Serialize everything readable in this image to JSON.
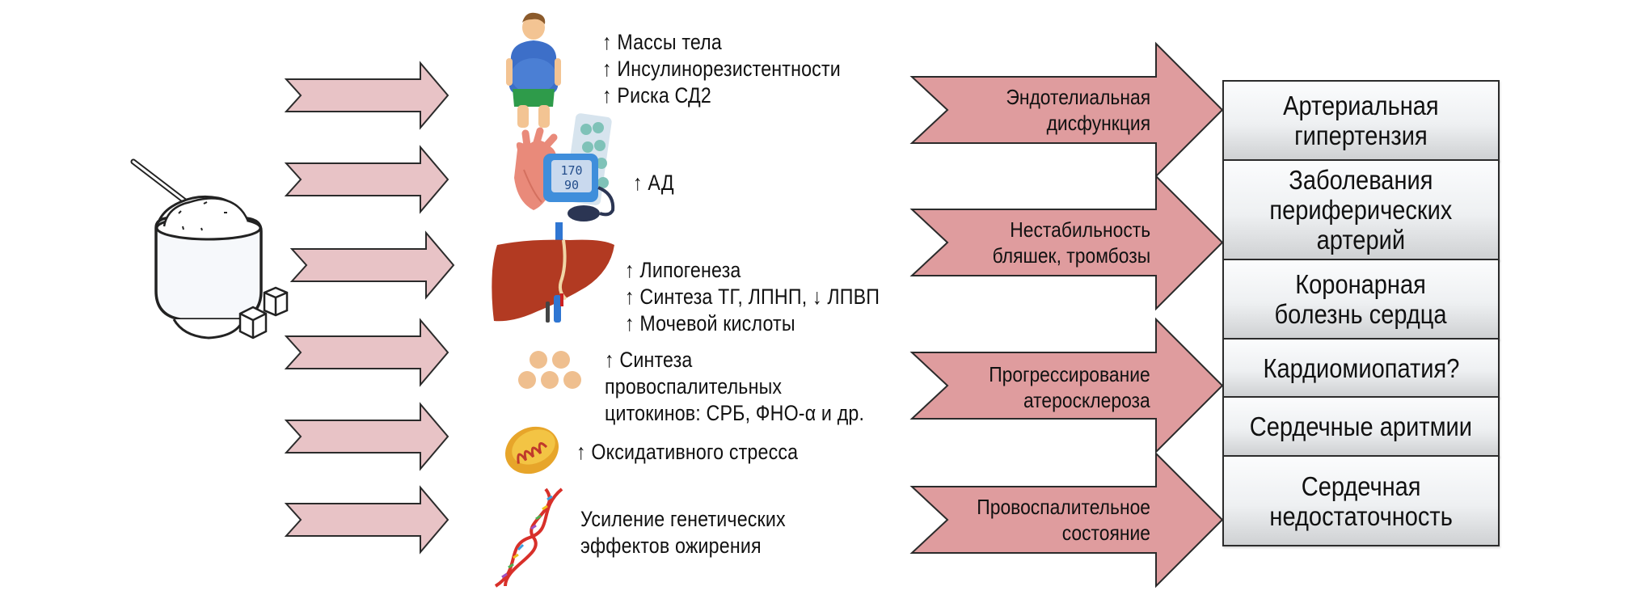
{
  "diagram": {
    "source": {
      "icon": "sugar-bowl-icon",
      "description": "bowl of sugar with spoon and sugar cubes"
    },
    "colors": {
      "small_arrow_fill": "#e8c3c6",
      "big_arrow_fill": "#df9c9e",
      "arrow_stroke": "#2b2b2b",
      "box_border": "#2b2b2b",
      "text": "#111111"
    },
    "effects": [
      {
        "icon": "obese-person-icon",
        "lines": [
          "↑ Массы тела",
          "↑ Инсулинорезистентности",
          "↑ Риска СД2"
        ]
      },
      {
        "icon": "heart-blood-pressure-monitor-icon",
        "monitor_readout": [
          "170",
          "90"
        ],
        "lines": [
          "↑ АД"
        ]
      },
      {
        "icon": "liver-icon",
        "lines": [
          "↑ Липогенеза",
          "↑ Синтеза ТГ, ЛПНП, ↓ ЛПВП",
          "↑ Мочевой кислоты"
        ]
      },
      {
        "icon": "fat-cells-icon",
        "lines": [
          "↑ Синтеза",
          "провоспалительных",
          "цитокинов: СРБ, ФНО-α и др."
        ]
      },
      {
        "icon": "mitochondrion-icon",
        "lines": [
          "↑ Оксидативного стресса"
        ]
      },
      {
        "icon": "dna-helix-icon",
        "lines": [
          "Усиление генетических",
          "эффектов ожирения"
        ]
      }
    ],
    "mechanisms": [
      {
        "lines": [
          "Эндотелиальная",
          "дисфункция"
        ]
      },
      {
        "lines": [
          "Нестабильность",
          "бляшек, тромбозы"
        ]
      },
      {
        "lines": [
          "Прогрессирование",
          "атеросклероза"
        ]
      },
      {
        "lines": [
          "Провоспалительное",
          "состояние"
        ]
      }
    ],
    "outcomes": [
      {
        "lines": [
          "Артериальная",
          "гипертензия"
        ]
      },
      {
        "lines": [
          "Заболевания",
          "периферических",
          "артерий"
        ]
      },
      {
        "lines": [
          "Коронарная",
          "болезнь сердца"
        ]
      },
      {
        "lines": [
          "Кардиомиопатия?"
        ]
      },
      {
        "lines": [
          "Сердечные аритмии"
        ]
      },
      {
        "lines": [
          "Сердечная",
          "недостаточность"
        ]
      }
    ]
  }
}
